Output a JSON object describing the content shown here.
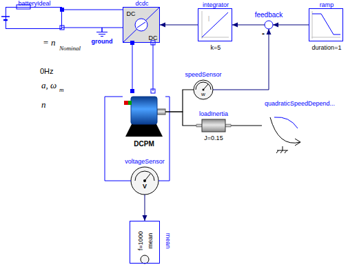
{
  "diagram": {
    "nodes": [
      {
        "text": [
          "batteryIdeal"
        ]
      },
      {
        "text": [
          "dcdc",
          "DC",
          "DC"
        ]
      },
      {
        "text": [
          "integrator",
          "I",
          "k=5"
        ]
      },
      {
        "text": [
          "feedback",
          "-"
        ]
      },
      {
        "text": [
          "ramp",
          "duration=1"
        ]
      },
      {
        "text": [
          "ground"
        ]
      },
      {
        "text": [
          "DCPM"
        ]
      },
      {
        "text": [
          "speedSensor",
          "w"
        ]
      },
      {
        "text": [
          "loadInertia",
          "J=0.15"
        ]
      },
      {
        "text": [
          "quadraticSpeedDepend..."
        ]
      },
      {
        "text": [
          "voltageSensor",
          "V"
        ]
      },
      {
        "text": [
          "mean",
          "mean",
          "f=1000"
        ]
      }
    ],
    "edges": [
      {
        "from": 0,
        "to": 1,
        "arrow": "none"
      },
      {
        "from": 0,
        "to": 5,
        "arrow": "none"
      },
      {
        "from": 5,
        "to": 1,
        "arrow": "none"
      },
      {
        "from": 2,
        "to": 1,
        "arrow": "to"
      },
      {
        "from": 3,
        "to": 2,
        "arrow": "to"
      },
      {
        "from": 4,
        "to": 3,
        "arrow": "to"
      },
      {
        "from": 7,
        "to": 3,
        "arrow": "to"
      },
      {
        "from": 1,
        "to": 6,
        "arrow": "none"
      },
      {
        "from": 1,
        "to": 6,
        "arrow": "none"
      },
      {
        "from": 6,
        "to": 10,
        "arrow": "none"
      },
      {
        "from": 6,
        "to": 10,
        "arrow": "none"
      },
      {
        "from": 6,
        "to": 7,
        "arrow": "none"
      },
      {
        "from": 6,
        "to": 8,
        "arrow": "none"
      },
      {
        "from": 8,
        "to": 9,
        "arrow": "none"
      },
      {
        "from": 10,
        "to": 11,
        "arrow": "to"
      }
    ],
    "labels": [
      "= n",
      "Nominal",
      "0Hz",
      "a, ω",
      "m",
      "n"
    ]
  }
}
